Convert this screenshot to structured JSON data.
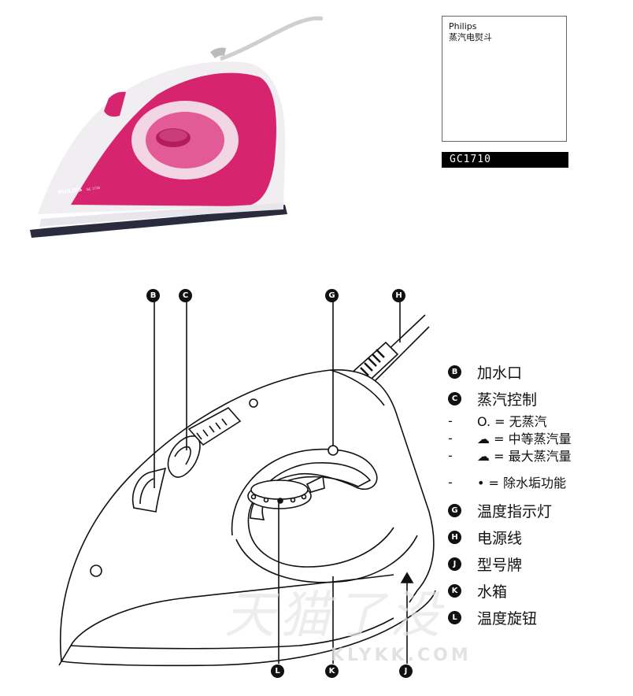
{
  "photo": {
    "brand_text": "PHILIPS",
    "model_small": "GC 1710"
  },
  "brand_box": {
    "line1": "Philips",
    "line2": "蒸汽电熨斗"
  },
  "model_bar": "GC1710",
  "callouts": {
    "B": "B",
    "C": "C",
    "G": "G",
    "H": "H",
    "J": "J",
    "K": "K",
    "L": "L"
  },
  "legend": {
    "b": {
      "badge": "B",
      "text": "加水口"
    },
    "c": {
      "badge": "C",
      "text": "蒸汽控制"
    },
    "steam": [
      {
        "dash": "-",
        "text": "O. = 无蒸汽"
      },
      {
        "dash": "-",
        "text": "☁ = 中等蒸汽量"
      },
      {
        "dash": "-",
        "text": "☁ = 最大蒸汽量"
      },
      {
        "dash": "-",
        "text": "• = 除水垢功能"
      }
    ],
    "g": {
      "badge": "G",
      "text": "温度指示灯"
    },
    "h": {
      "badge": "H",
      "text": "电源线"
    },
    "j": {
      "badge": "J",
      "text": "型号牌"
    },
    "k": {
      "badge": "K",
      "text": "水箱"
    },
    "l": {
      "badge": "L",
      "text": "温度旋钮"
    }
  },
  "watermark": {
    "main": "天猫了没",
    "domain": "KLYKK.COM"
  },
  "colors": {
    "iron_pink": "#d6246f",
    "iron_white": "#f2f0f2",
    "soleplate": "#2a2b3d"
  }
}
